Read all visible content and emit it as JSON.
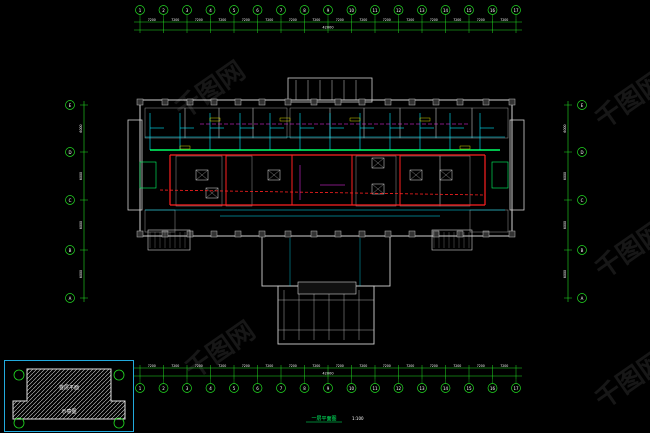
{
  "drawing": {
    "top_total_dim": "42000",
    "bottom_total_dim": "42000",
    "top_dims": [
      "7200",
      "7200",
      "7200",
      "7200",
      "7200",
      "7200",
      "7200",
      "7200",
      "7200",
      "7200",
      "7200",
      "7200",
      "7200",
      "7200",
      "7200",
      "7200"
    ],
    "bottom_dims": [
      "7200",
      "7200",
      "7200",
      "7200",
      "7200",
      "7200",
      "7200",
      "7200",
      "7200",
      "7200",
      "7200",
      "7200",
      "7200",
      "7200",
      "7200",
      "7200"
    ],
    "top_axis_labels": [
      "1",
      "2",
      "3",
      "4",
      "5",
      "6",
      "7",
      "8",
      "9",
      "10",
      "11",
      "12",
      "13",
      "14",
      "15",
      "16",
      "17"
    ],
    "bottom_axis_labels": [
      "1",
      "2",
      "3",
      "4",
      "5",
      "6",
      "7",
      "8",
      "9",
      "10",
      "11",
      "12",
      "13",
      "14",
      "15",
      "16",
      "17"
    ],
    "left_axis_labels": [
      "E",
      "D",
      "C",
      "B",
      "A"
    ],
    "right_axis_labels": [
      "E",
      "D",
      "C",
      "B",
      "A"
    ],
    "left_dims": [
      "6000",
      "6000",
      "6000",
      "6000"
    ],
    "right_dims": [
      "6000",
      "6000",
      "6000",
      "6000"
    ],
    "plan_title": "一层平面图",
    "plan_scale": "1:100",
    "keyplan_label": "首层平面",
    "keyplan_sub": "示意图"
  },
  "watermark": {
    "text": "千图网"
  },
  "colors": {
    "wall": "#d0d0d0",
    "pipe_red": "#ff2020",
    "pipe_cyan": "#00e8ff",
    "axis_green": "#22dd22",
    "pipe_green": "#00ff66",
    "magenta": "#ff33ff",
    "yellow": "#ffff00"
  }
}
